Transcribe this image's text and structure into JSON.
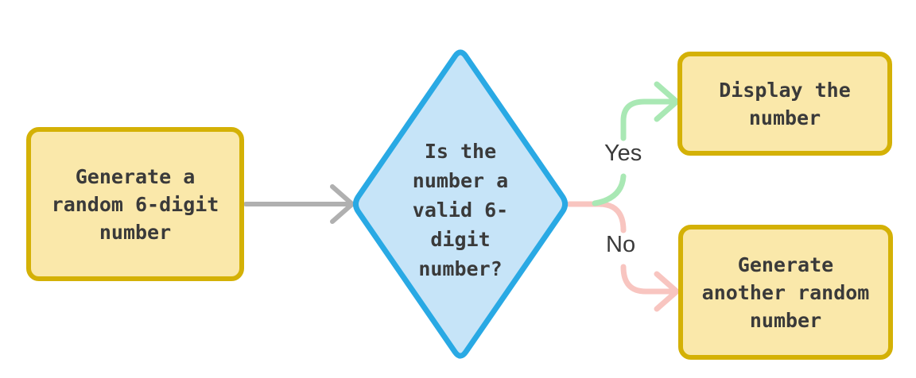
{
  "diagram": {
    "type": "flowchart",
    "background": "#FFFFFF",
    "colors": {
      "process_fill": "#FAE8AA",
      "process_border": "#D4B106",
      "decision_fill": "#C6E4F8",
      "decision_border": "#29A9E4",
      "flow_arrow": "#B0B0B0",
      "yes_arrow": "#A9E8B4",
      "no_arrow": "#F8C5C0",
      "text": "#3A3A3A"
    },
    "nodes": [
      {
        "id": "start",
        "shape": "rectangle",
        "label": "Generate a random 6-digit number",
        "lines": [
          "Generate a",
          "random 6-digit",
          "number"
        ]
      },
      {
        "id": "decision",
        "shape": "diamond",
        "label": "Is the number a valid 6-digit number?",
        "lines": [
          "Is the",
          "number a",
          "valid 6-",
          "digit",
          "number?"
        ]
      },
      {
        "id": "display",
        "shape": "rectangle",
        "label": "Display the number",
        "lines": [
          "Display the",
          "number"
        ]
      },
      {
        "id": "retry",
        "shape": "rectangle",
        "label": "Generate another random number",
        "lines": [
          "Generate",
          "another random",
          "number"
        ]
      }
    ],
    "edges": [
      {
        "from": "start",
        "to": "decision",
        "label": ""
      },
      {
        "from": "decision",
        "to": "display",
        "label": "Yes"
      },
      {
        "from": "decision",
        "to": "retry",
        "label": "No"
      }
    ]
  }
}
